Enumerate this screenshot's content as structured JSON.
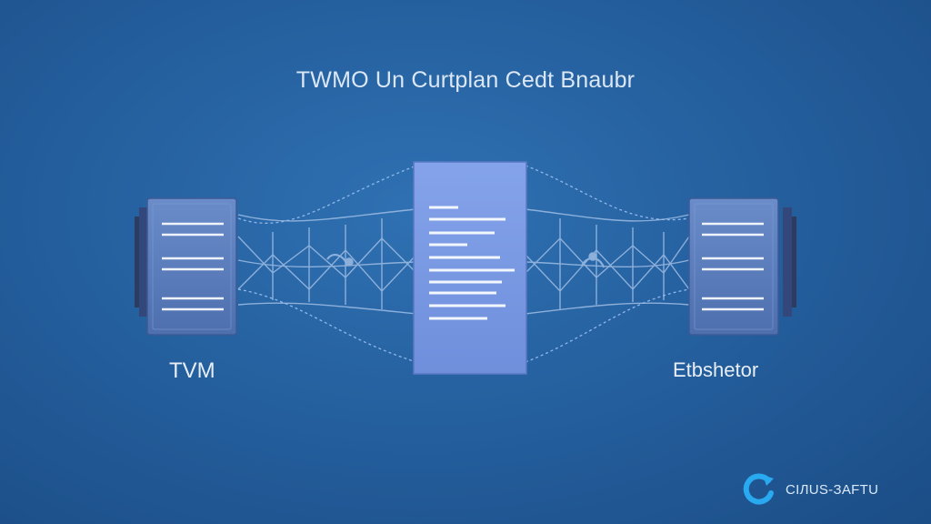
{
  "title": "TWMO Un Curtplan Cedt Bnaubr",
  "nodes": {
    "left_label": "TVM",
    "right_label": "Etbshetor"
  },
  "brand": {
    "text": "CIЛUS-ЗAFTU",
    "icon": "refresh-arrow-icon",
    "color": "#29a9f0"
  },
  "colors": {
    "background": "#25609f",
    "panel": "#5b7fbf",
    "center_document": "#7b9be6",
    "link_lines": "#8fb7ea"
  }
}
